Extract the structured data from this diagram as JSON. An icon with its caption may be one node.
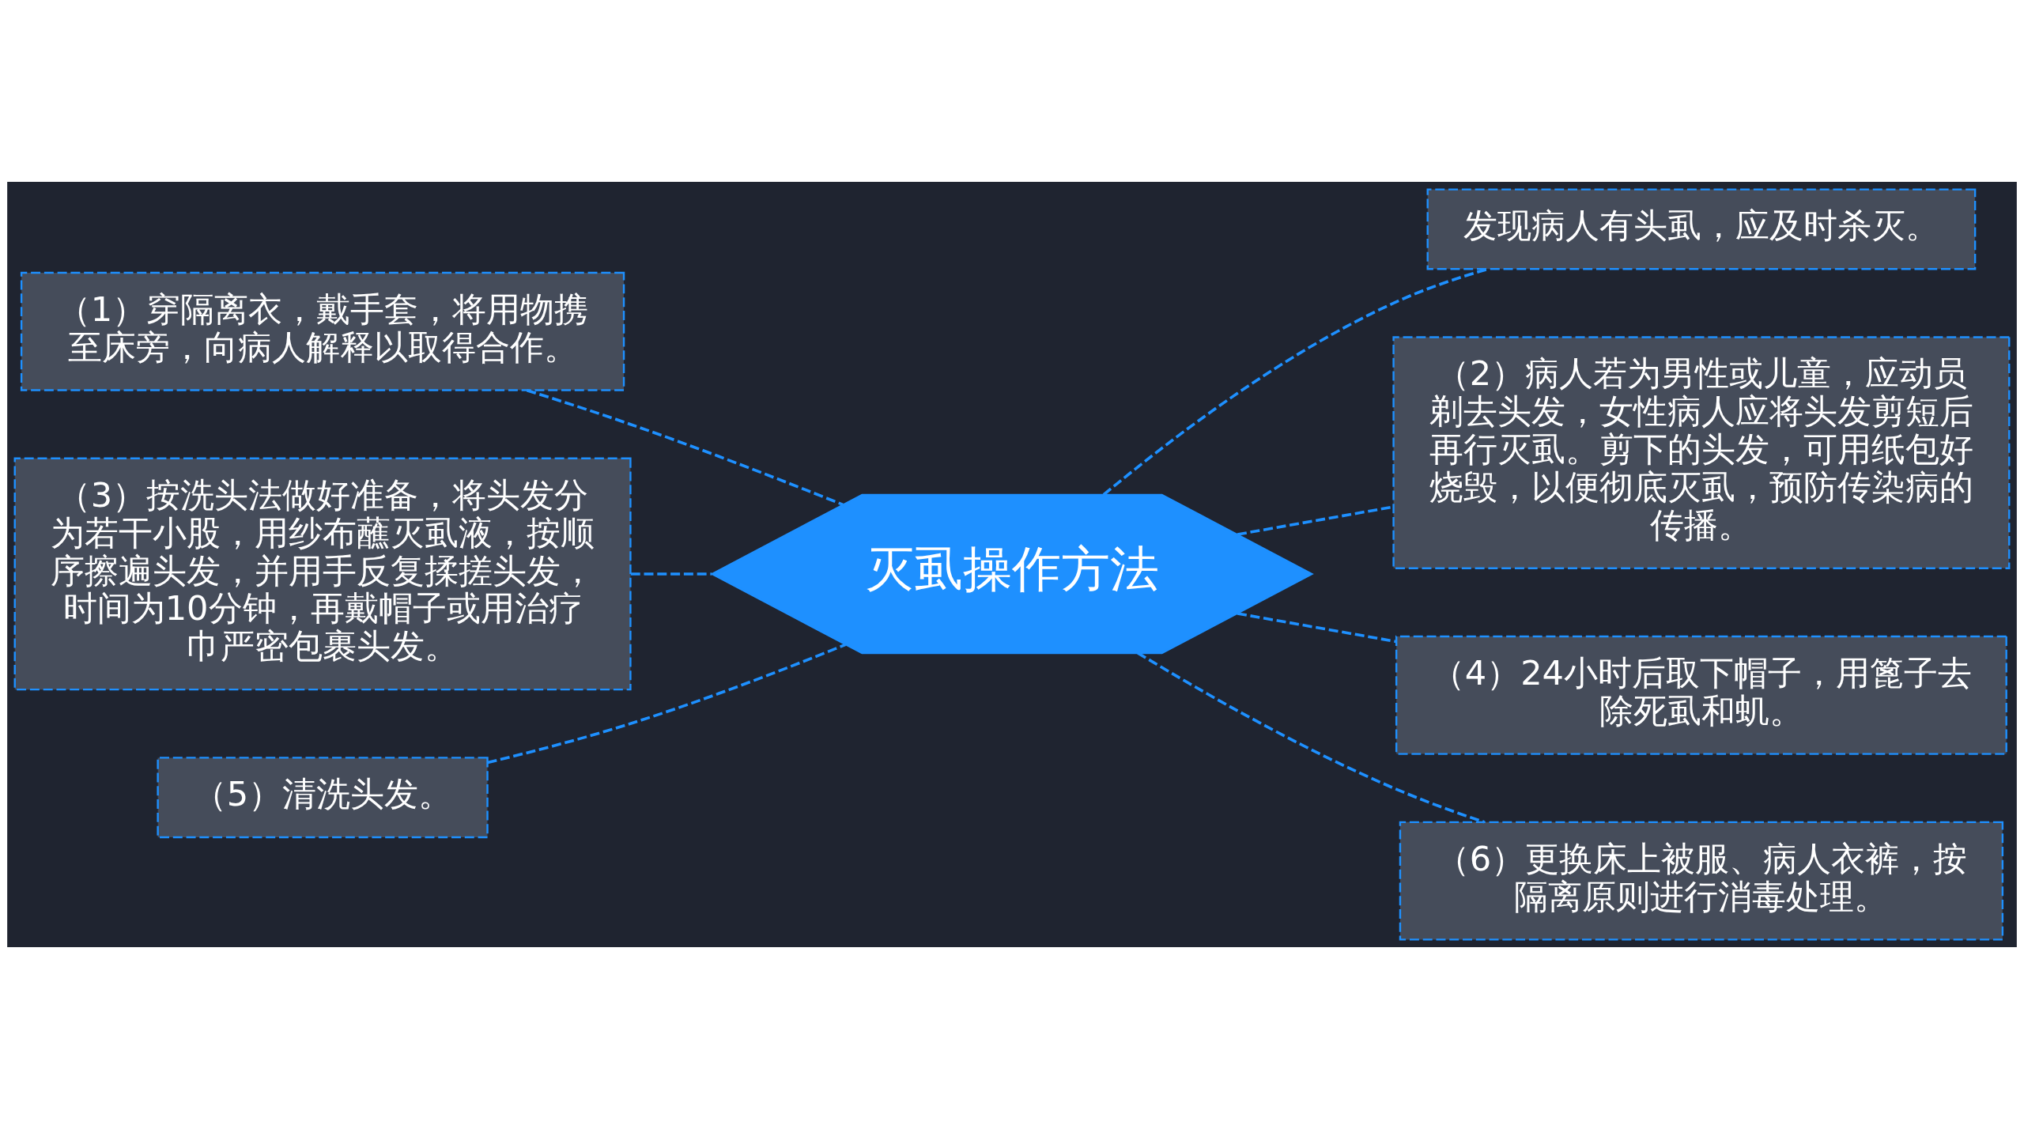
{
  "diagram": {
    "nodes": [
      {
        "text": [
          "灭虱操作方法"
        ]
      },
      {
        "text": [
          "（1）穿隔离衣，戴手套，将用物携至床旁，向病人解释以取得合作。"
        ]
      },
      {
        "text": [
          "（3）按洗头法做好准备，将头发分为若干小股，用纱布蘸灭虱液，按顺序擦遍头发，并用手反复揉搓头发，时间为10分钟，再戴帽子或用治疗巾严密包裹头发。"
        ]
      },
      {
        "text": [
          "（5）清洗头发。"
        ]
      },
      {
        "text": [
          "发现病人有头虱，应及时杀灭。"
        ]
      },
      {
        "text": [
          "（2）病人若为男性或儿童，应动员剃去头发，女性病人应将头发剪短后再行灭虱。剪下的头发，可用纸包好烧毁，以便彻底灭虱，预防传染病的传播。"
        ]
      },
      {
        "text": [
          "（4）24小时后取下帽子，用篦子去除死虱和虮。"
        ]
      },
      {
        "text": [
          "（6）更换床上被服、病人衣裤，按隔离原则进行消毒处理。"
        ]
      }
    ],
    "edges": [
      {
        "from": 1,
        "to": 0,
        "arrow": "none",
        "style": "dashed"
      },
      {
        "from": 2,
        "to": 0,
        "arrow": "none",
        "style": "dashed"
      },
      {
        "from": 3,
        "to": 0,
        "arrow": "none",
        "style": "dashed"
      },
      {
        "from": 0,
        "to": 4,
        "arrow": "none",
        "style": "dashed"
      },
      {
        "from": 0,
        "to": 5,
        "arrow": "none",
        "style": "dashed"
      },
      {
        "from": 0,
        "to": 6,
        "arrow": "none",
        "style": "dashed"
      },
      {
        "from": 0,
        "to": 7,
        "arrow": "none",
        "style": "dashed"
      }
    ]
  }
}
